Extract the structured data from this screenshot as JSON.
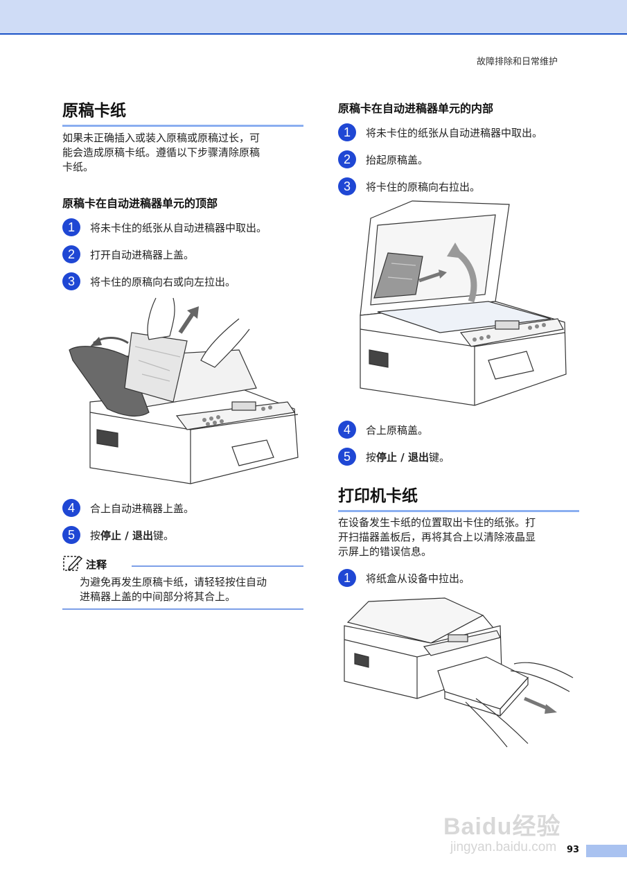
{
  "header": {
    "chapter": "故障排除和日常维护"
  },
  "left": {
    "title": "原稿卡纸",
    "intro": [
      "如果未正确插入或装入原稿或原稿过长，可",
      "能会造成原稿卡纸。遵循以下步骤清除原稿",
      "卡纸。"
    ],
    "subtitle": "原稿卡在自动进稿器单元的顶部",
    "steps": [
      {
        "n": "1",
        "text": "将未卡住的纸张从自动进稿器中取出。"
      },
      {
        "n": "2",
        "text": "打开自动进稿器上盖。"
      },
      {
        "n": "3",
        "text": "将卡住的原稿向右或向左拉出。"
      },
      {
        "n": "4",
        "text": "合上自动进稿器上盖。"
      },
      {
        "n": "5",
        "pre": "按",
        "bold": "停止 / 退出",
        "post": "键。"
      }
    ],
    "note": {
      "title": "注释",
      "lines": [
        "为避免再发生原稿卡纸，请轻轻按住自动",
        "进稿器上盖的中间部分将其合上。"
      ]
    }
  },
  "right": {
    "subtitle": "原稿卡在自动进稿器单元的内部",
    "steps": [
      {
        "n": "1",
        "text": "将未卡住的纸张从自动进稿器中取出。"
      },
      {
        "n": "2",
        "text": "抬起原稿盖。"
      },
      {
        "n": "3",
        "text": "将卡住的原稿向右拉出。"
      },
      {
        "n": "4",
        "text": "合上原稿盖。"
      },
      {
        "n": "5",
        "pre": "按",
        "bold": "停止 / 退出",
        "post": "键。"
      }
    ],
    "title2": "打印机卡纸",
    "intro2": [
      "在设备发生卡纸的位置取出卡住的纸张。打",
      "开扫描器盖板后，再将其合上以清除液晶显",
      "示屏上的错误信息。"
    ],
    "step_tray": {
      "n": "1",
      "text": "将纸盒从设备中拉出。"
    }
  },
  "footer": {
    "page": "93",
    "watermark": "Baidu经验",
    "watermark_url": "jingyan.baidu.com"
  },
  "colors": {
    "accent": "#1f47d4",
    "rule": "#8aaef0",
    "topbar": "#cfdcf6"
  }
}
